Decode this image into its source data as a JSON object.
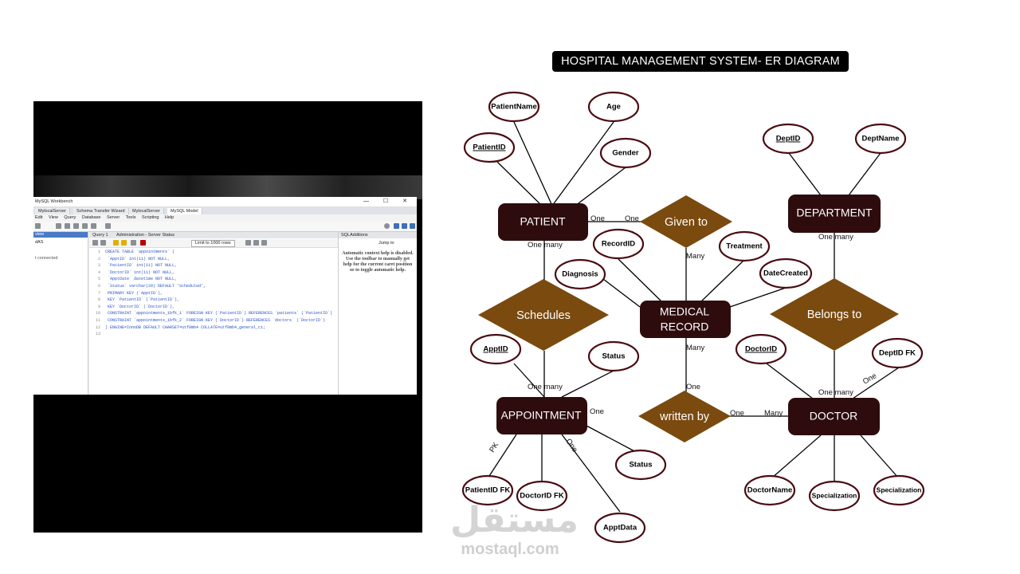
{
  "diagram_title": "HOSPITAL MANAGEMENT SYSTEM- ER DIAGRAM",
  "colors": {
    "entity": "#2e0c0e",
    "relationship": "#7a4a0f",
    "attribute_border": "#4a0b10",
    "title_bg": "#000000"
  },
  "entities": {
    "patient": "PATIENT",
    "department": "DEPARTMENT",
    "medical_record_line1": "MEDICAL",
    "medical_record_line2": "RECORD",
    "appointment": "APPOINTMENT",
    "doctor": "DOCTOR"
  },
  "relationships": {
    "given_to": "Given to",
    "schedules": "Schedules",
    "belongs_to": "Belongs to",
    "written_by": "written by"
  },
  "attributes": {
    "patient_name": "PatientName",
    "age": "Age",
    "patient_id": "PatientID",
    "gender": "Gender",
    "dept_id": "DeptID",
    "dept_name": "DeptName",
    "record_id": "RecordID",
    "treatment": "Treatment",
    "diagnosis": "Diagnosis",
    "date_created": "DateCreated",
    "appt_id": "ApptID",
    "status_top": "Status",
    "doctor_id": "DoctorID",
    "dept_id_fk": "DeptID FK",
    "status_bottom": "Status",
    "patient_id_fk": "PatientID FK",
    "doctor_id_fk": "DoctorID FK",
    "appt_data": "ApptData",
    "doctor_name": "DoctorName",
    "specialization_1": "Specialization",
    "specialization_2": "Specialization"
  },
  "cardinalities": {
    "patient_given_one": "One",
    "given_patient_one": "One",
    "patient_schedules": "One many",
    "department_belongs": "One many",
    "given_record_many": "Many",
    "record_written_many": "Many",
    "written_record_one": "One",
    "schedules_appointment": "One many",
    "appointment_one": "One",
    "belongs_doctor": "One many",
    "dept_fk_one": "One",
    "written_doctor_one": "One",
    "doctor_written_many": "Many",
    "appointment_pk": "PK",
    "appointment_appt_one": "One"
  },
  "watermark": {
    "arabic": "مستقل",
    "latin": "mostaql.com"
  },
  "workbench": {
    "window_title": "MySQL Workbench",
    "window_controls": "— ☐ ✕",
    "tabs": [
      "MylocalServer",
      "Schema Transfer Wizard",
      "MylocalServer",
      "MySQL Model"
    ],
    "menu": [
      "Edit",
      "View",
      "Query",
      "Database",
      "Server",
      "Tools",
      "Scripting",
      "Help"
    ],
    "sidebar_header": "view",
    "sidebar_item": "dAS",
    "sidebar_status": "t connected",
    "editor_tabs": [
      "Query 1",
      "Administration - Server Status"
    ],
    "limit_select": "Limit to 1000 rows",
    "help_header": "SQLAdditions",
    "jump_to": "Jump to",
    "help_text": "Automatic context help is disabled. Use the toolbar to manually get help for the current caret position or to toggle automatic help.",
    "code_lines": [
      "CREATE TABLE `appointments` (",
      "  `ApptID` int(11) NOT NULL,",
      "  `PatientID` int(11) NOT NULL,",
      "  `DoctorID` int(11) NOT NULL,",
      "  `ApptDate` datetime NOT NULL,",
      "  `Status` varchar(20) DEFAULT 'Scheduled',",
      "  PRIMARY KEY (`ApptID`),",
      "  KEY `PatientID` (`PatientID`),",
      "  KEY `DoctorID` (`DoctorID`),",
      "  CONSTRAINT `appointments_ibfk_1` FOREIGN KEY (`PatientID`) REFERENCES `patients` (`PatientID`)",
      "  CONSTRAINT `appointments_ibfk_2` FOREIGN KEY (`DoctorID`) REFERENCES `doctors` (`DoctorID`)",
      ") ENGINE=InnoDB DEFAULT CHARSET=utf8mb4 COLLATE=utf8mb4_general_ci;",
      ""
    ]
  }
}
